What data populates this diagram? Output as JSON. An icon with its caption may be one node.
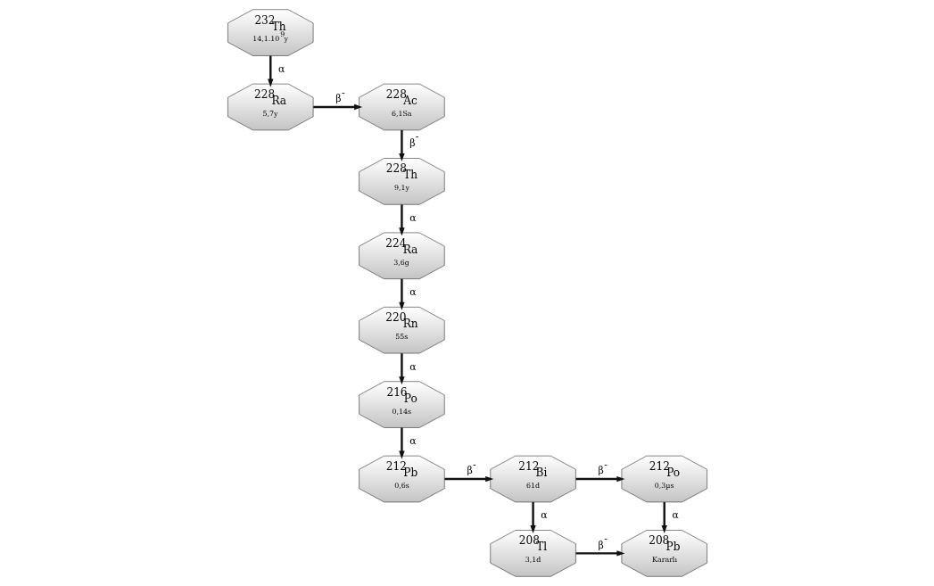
{
  "diagram": {
    "nodes": [
      {
        "text": [
          "$^{232}$Th",
          "14,1.10$^{9}$y"
        ]
      },
      {
        "text": [
          "$^{228}$Ra",
          "5,7y"
        ]
      },
      {
        "text": [
          "$^{228}$Ac",
          "6,1Sa"
        ]
      },
      {
        "text": [
          "$^{228}$Th",
          "9,1y"
        ]
      },
      {
        "text": [
          "$^{224}$Ra",
          "3,6g"
        ]
      },
      {
        "text": [
          "$^{220}$Rn",
          "55s"
        ]
      },
      {
        "text": [
          "$^{216}$Po",
          "0,14s"
        ]
      },
      {
        "text": [
          "$^{212}$Pb",
          "0,6s"
        ]
      },
      {
        "text": [
          "$^{212}$Bi",
          "61d"
        ]
      },
      {
        "text": [
          "$^{212}$Po",
          "0,3µs"
        ]
      },
      {
        "text": [
          "$^{208}$Tl",
          "3,1d"
        ]
      },
      {
        "text": [
          "$^{208}$Pb",
          "Kararlı"
        ]
      }
    ],
    "edges": [
      {
        "from": 0,
        "to": 1,
        "arrow": "to",
        "label": "α"
      },
      {
        "from": 1,
        "to": 2,
        "arrow": "to",
        "label": "β$^{-}$"
      },
      {
        "from": 2,
        "to": 3,
        "arrow": "to",
        "label": "β$^{-}$"
      },
      {
        "from": 3,
        "to": 4,
        "arrow": "to",
        "label": "α"
      },
      {
        "from": 4,
        "to": 5,
        "arrow": "to",
        "label": "α"
      },
      {
        "from": 5,
        "to": 6,
        "arrow": "to",
        "label": "α"
      },
      {
        "from": 6,
        "to": 7,
        "arrow": "to",
        "label": "α"
      },
      {
        "from": 7,
        "to": 8,
        "arrow": "to",
        "label": "β$^{-}$"
      },
      {
        "from": 8,
        "to": 9,
        "arrow": "to",
        "label": "β$^{-}$"
      },
      {
        "from": 9,
        "to": 11,
        "arrow": "to",
        "label": "α"
      },
      {
        "from": 8,
        "to": 10,
        "arrow": "to",
        "label": "α"
      },
      {
        "from": 10,
        "to": 11,
        "arrow": "to",
        "label": "β$^{-}$"
      }
    ]
  }
}
